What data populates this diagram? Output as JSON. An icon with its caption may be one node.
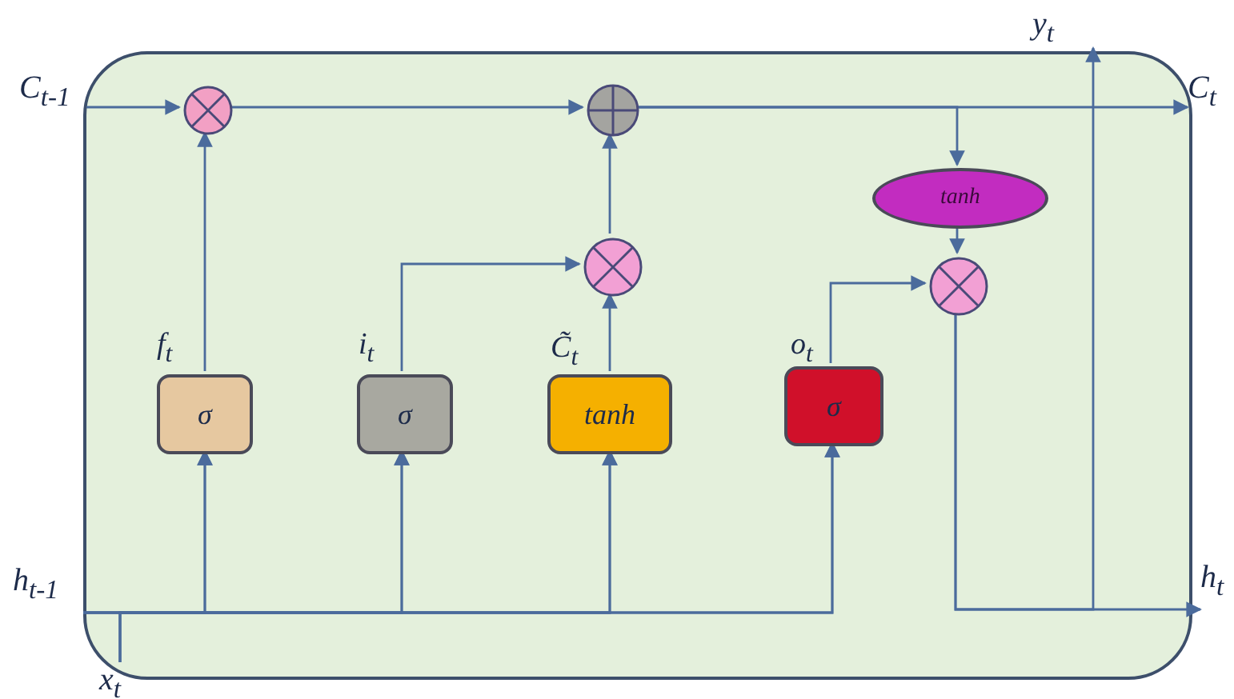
{
  "diagram": {
    "nodes": [
      {
        "text": [],
        "shape": "box"
      },
      {
        "text": [
          "C$_{t-1}$"
        ]
      },
      {
        "text": [],
        "shape": "circle",
        "in": 0
      },
      {
        "text": [],
        "shape": "circle",
        "in": 0
      },
      {
        "text": [],
        "shape": "circle",
        "in": 0
      },
      {
        "text": [
          "tanh"
        ],
        "in": 0
      },
      {
        "text": [],
        "shape": "circle",
        "in": 0
      },
      {
        "text": [
          "σ"
        ],
        "beside": [
          "f$_{t}$"
        ],
        "in": 0
      },
      {
        "text": [
          "σ"
        ],
        "beside": [
          "i$_{t}$"
        ],
        "in": 0
      },
      {
        "text": [
          "tanh"
        ],
        "beside": [
          "C̃$_{t}$"
        ],
        "in": 0
      },
      {
        "text": [
          "σ"
        ],
        "beside": [
          "o$_{t}$"
        ],
        "in": 0
      },
      {
        "text": [
          "C$_{t}$"
        ]
      },
      {
        "text": [
          "y$_{t}$"
        ]
      },
      {
        "text": [
          "h$_{t-1}$"
        ]
      },
      {
        "text": [
          "x$_{t}$"
        ]
      },
      {
        "text": [
          "h$_{t}$"
        ]
      }
    ],
    "edges": [
      {
        "from": 1,
        "to": 2,
        "arrow": "to"
      },
      {
        "from": 2,
        "to": 3,
        "arrow": "to"
      },
      {
        "from": 3,
        "to": 11,
        "arrow": "to"
      },
      {
        "from": 7,
        "to": 2,
        "arrow": "to"
      },
      {
        "from": 8,
        "to": 4,
        "arrow": "to"
      },
      {
        "from": 9,
        "to": 4,
        "arrow": "to"
      },
      {
        "from": 4,
        "to": 3,
        "arrow": "to"
      },
      {
        "from": 3,
        "to": 5,
        "arrow": "to"
      },
      {
        "from": 5,
        "to": 6,
        "arrow": "to"
      },
      {
        "from": 10,
        "to": 6,
        "arrow": "to"
      },
      {
        "from": 6,
        "to": 15,
        "arrow": "to"
      },
      {
        "from": 6,
        "to": 12,
        "arrow": "to"
      },
      {
        "from": 13,
        "to": 7,
        "arrow": "to"
      },
      {
        "from": 13,
        "to": 8,
        "arrow": "to"
      },
      {
        "from": 13,
        "to": 9,
        "arrow": "to"
      },
      {
        "from": 13,
        "to": 10,
        "arrow": "to"
      },
      {
        "from": 14,
        "to": 7,
        "arrow": "to"
      },
      {
        "from": 14,
        "to": 8,
        "arrow": "to"
      },
      {
        "from": 14,
        "to": 9,
        "arrow": "to"
      },
      {
        "from": 14,
        "to": 10,
        "arrow": "to"
      }
    ]
  }
}
